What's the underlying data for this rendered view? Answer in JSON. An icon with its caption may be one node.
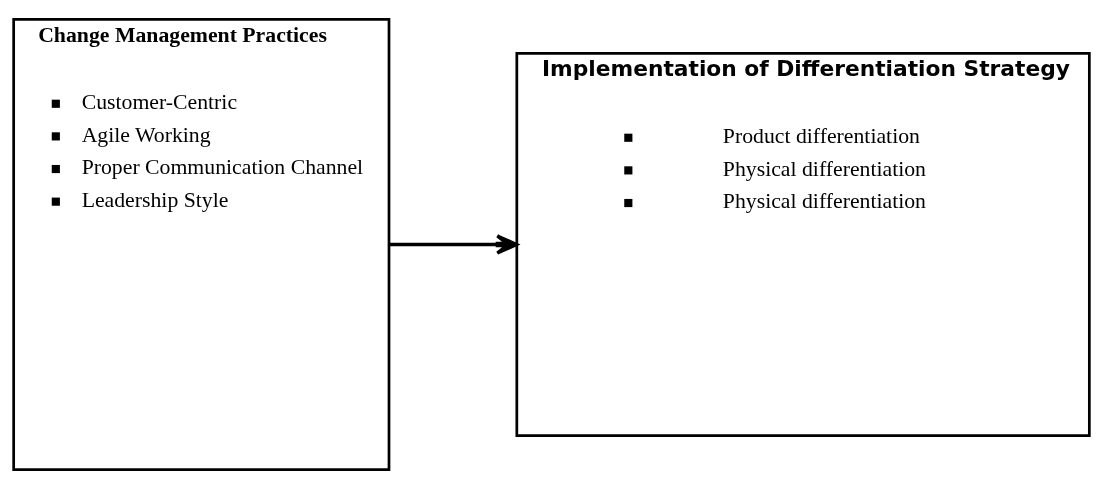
{
  "diagram": {
    "nodes": [
      {
        "text": [
          "Change Management Practices",
          "Customer-Centric",
          "Agile Working",
          "Proper Communication Channel",
          "Leadership Style"
        ]
      },
      {
        "text": [
          "Implementation of Differentiation Strategy",
          "Product differentiation",
          "Physical differentiation",
          "Physical differentiation"
        ]
      }
    ],
    "edges": [
      {
        "from": 0,
        "to": 1,
        "arrow": "to"
      }
    ]
  }
}
